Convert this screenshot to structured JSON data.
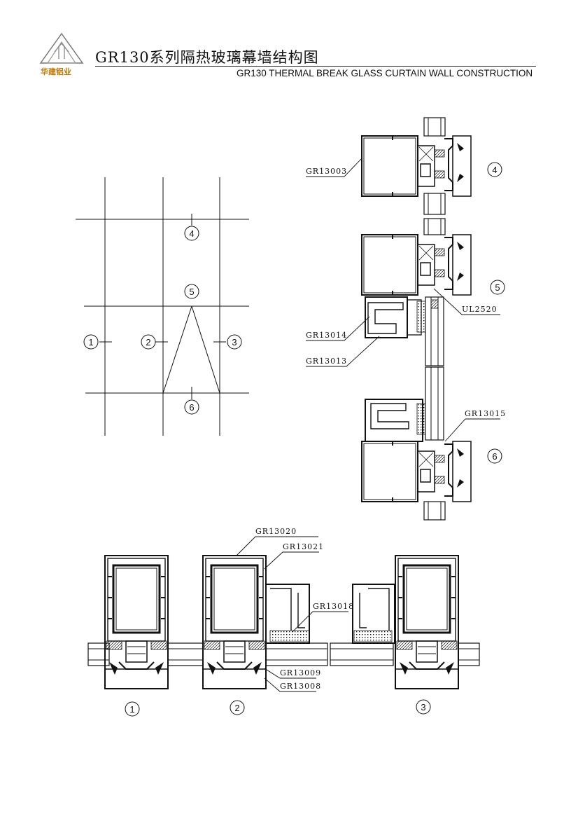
{
  "header": {
    "title_cn": "GR130系列隔热玻璃幕墙结构图",
    "title_en": "GR130 THERMAL BREAK  GLASS CURTAIN WALL CONSTRUCTION",
    "logo_text": "华建铝业"
  },
  "part_labels": {
    "gr13003": "GR13003",
    "ul2520": "UL2520",
    "gr13014": "GR13014",
    "gr13013": "GR13013",
    "gr13015": "GR13015",
    "gr13020": "GR13020",
    "gr13021": "GR13021",
    "gr13018": "GR13018",
    "gr13009": "GR13009",
    "gr13008": "GR13008"
  },
  "section_marks": {
    "s1": "1",
    "s2": "2",
    "s3": "3",
    "s4": "4",
    "s5": "5",
    "s6": "6"
  },
  "colors": {
    "line": "#111111",
    "logo_accent": "#c07800"
  }
}
